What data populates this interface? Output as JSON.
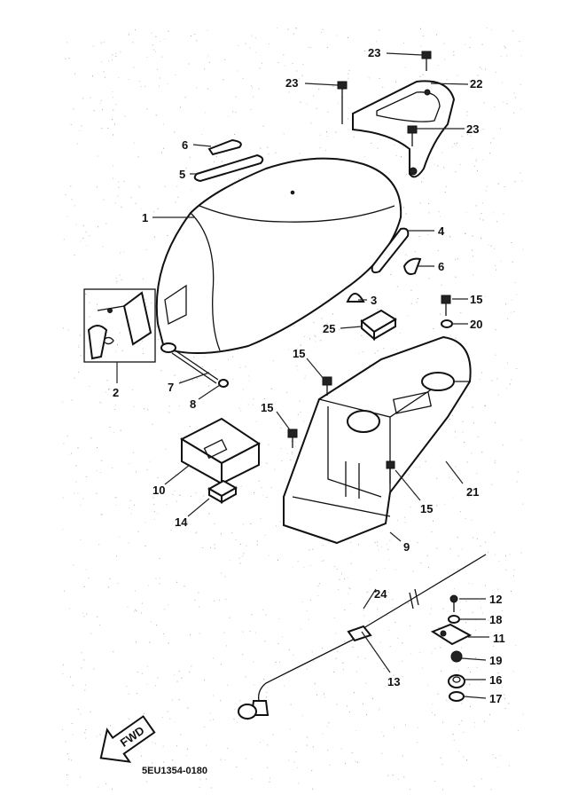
{
  "diagram": {
    "code": "5EU1354-0180",
    "fwd_label": "FWD",
    "callouts": {
      "c1": "1",
      "c2": "2",
      "c3": "3",
      "c4": "4",
      "c5": "5",
      "c6a": "6",
      "c6b": "6",
      "c7": "7",
      "c8": "8",
      "c9": "9",
      "c10": "10",
      "c11": "11",
      "c12": "12",
      "c13": "13",
      "c14": "14",
      "c15a": "15",
      "c15b": "15",
      "c15c": "15",
      "c15d": "15",
      "c16": "16",
      "c17": "17",
      "c18": "18",
      "c19": "19",
      "c20": "20",
      "c21": "21",
      "c22": "22",
      "c23a": "23",
      "c23b": "23",
      "c23c": "23",
      "c24": "24",
      "c25": "25"
    }
  }
}
